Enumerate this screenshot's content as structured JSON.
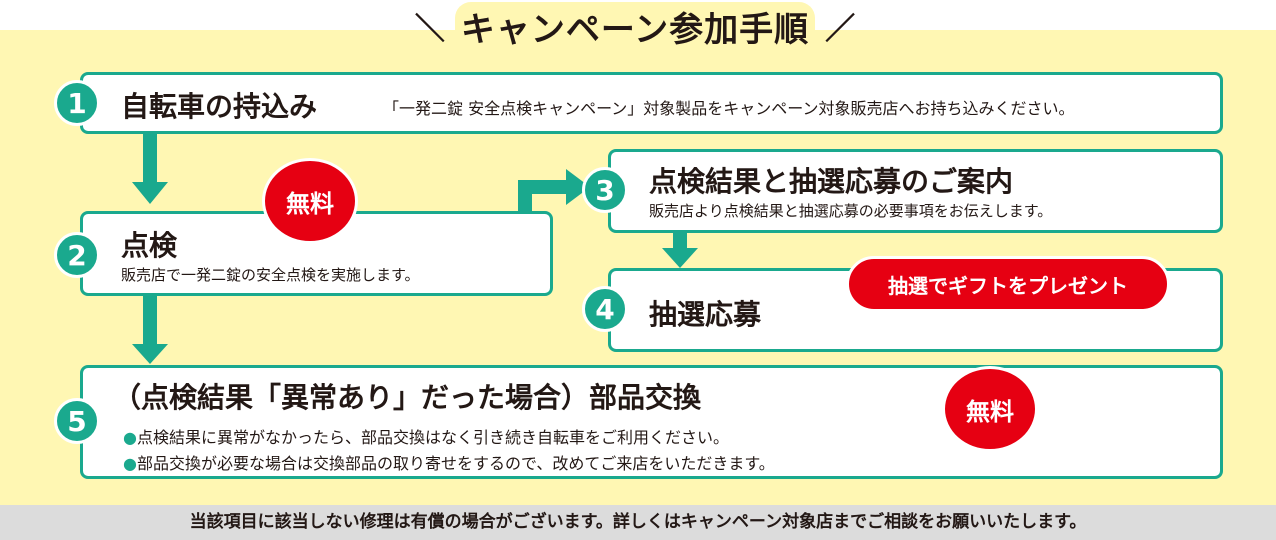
{
  "title": "キャンペーン参加手順",
  "steps": [
    {
      "num": "1",
      "heading": "自転車の持込み",
      "desc": "「一発二錠 安全点検キャンペーン」対象製品をキャンペーン対象販売店へお持ち込みください。"
    },
    {
      "num": "2",
      "heading": "点検",
      "desc": "販売店で一発二錠の安全点検を実施します。",
      "badge": "無料"
    },
    {
      "num": "3",
      "heading": "点検結果と抽選応募のご案内",
      "desc": "販売店より点検結果と抽選応募の必要事項をお伝えします。"
    },
    {
      "num": "4",
      "heading": "抽選応募",
      "badge": "抽選でギフトをプレゼント"
    },
    {
      "num": "5",
      "heading": "（点検結果「異常あり」だった場合）部品交換",
      "bullets": [
        "点検結果に異常がなかったら、部品交換はなく引き続き自転車をご利用ください。",
        "部品交換が必要な場合は交換部品の取り寄せをするので、改めてご来店をいただきます。"
      ],
      "badge": "無料"
    }
  ],
  "footer": "当該項目に該当しない修理は有償の場合がございます。詳しくはキャンペーン対象店までご相談をお願いいたします。",
  "colors": {
    "teal": "#1aa98e",
    "red": "#e60012",
    "yellow": "#fff7b3"
  }
}
